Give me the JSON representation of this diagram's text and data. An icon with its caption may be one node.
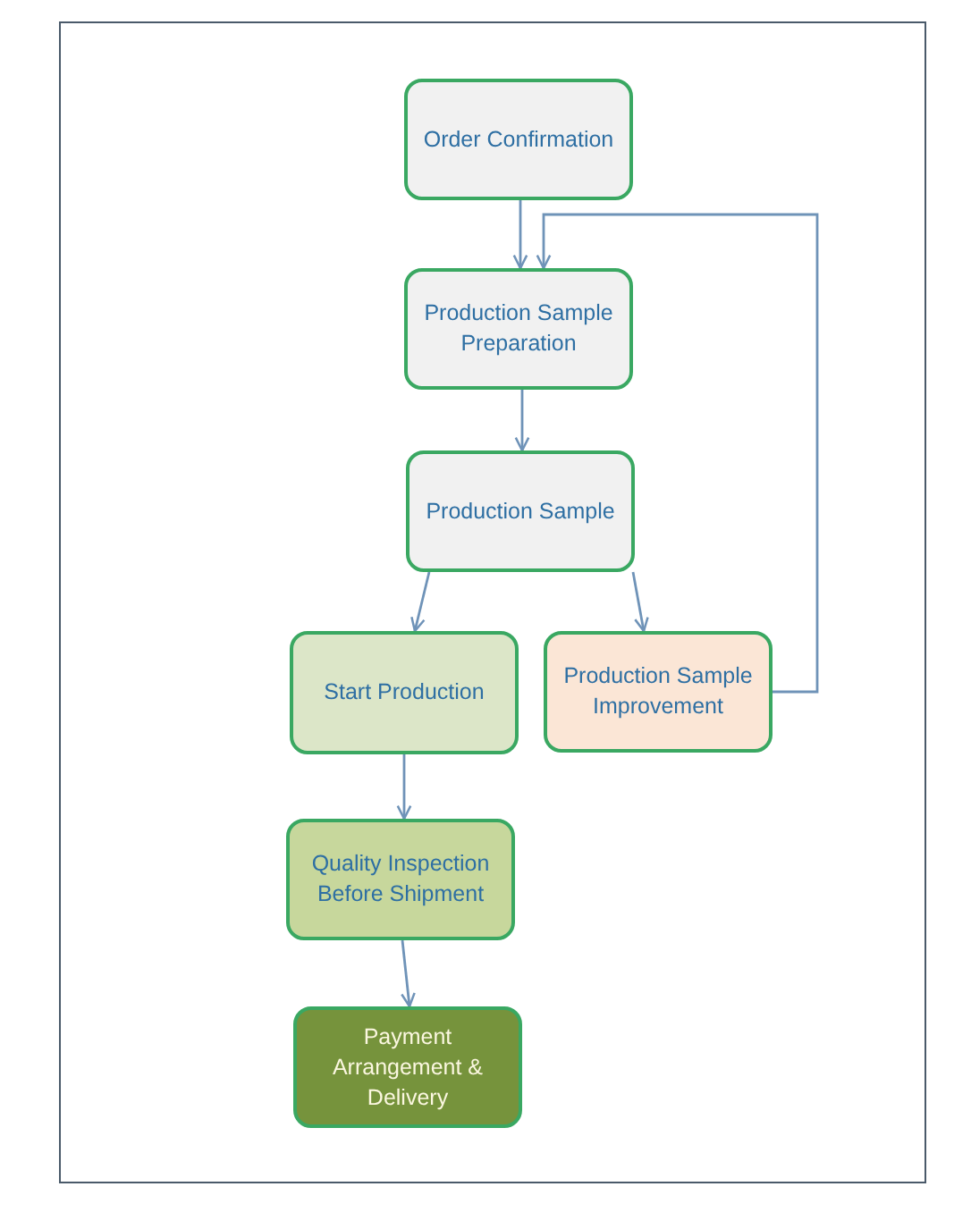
{
  "diagram": {
    "nodes": [
      {
        "text": [
          "Order Confirmation"
        ]
      },
      {
        "text": [
          "Production Sample Preparation"
        ]
      },
      {
        "text": [
          "Production Sample"
        ]
      },
      {
        "text": [
          "Start Production"
        ]
      },
      {
        "text": [
          "Production Sample Improvement"
        ]
      },
      {
        "text": [
          "Quality Inspection Before Shipment"
        ]
      },
      {
        "text": [
          "Payment Arrangement & Delivery"
        ]
      }
    ],
    "edges": [
      {
        "from": 0,
        "to": 1,
        "arrow": "to"
      },
      {
        "from": 1,
        "to": 2,
        "arrow": "to"
      },
      {
        "from": 2,
        "to": 3,
        "arrow": "to"
      },
      {
        "from": 2,
        "to": 4,
        "arrow": "to"
      },
      {
        "from": 4,
        "to": 1,
        "arrow": "to"
      },
      {
        "from": 3,
        "to": 5,
        "arrow": "to"
      },
      {
        "from": 5,
        "to": 6,
        "arrow": "to"
      }
    ]
  }
}
